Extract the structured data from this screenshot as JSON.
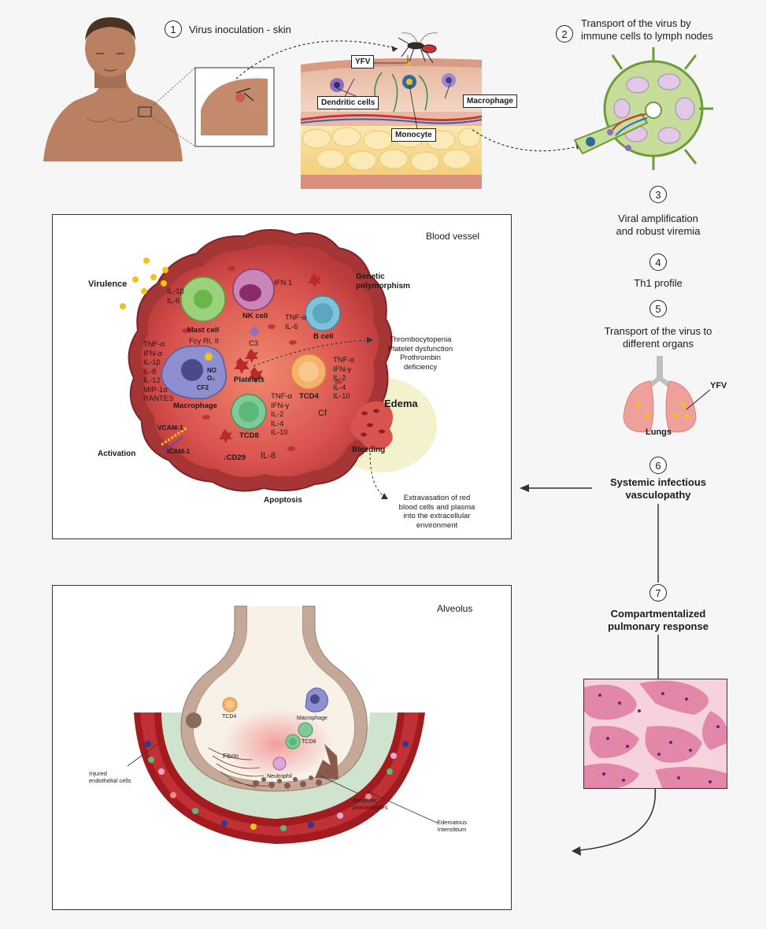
{
  "steps": [
    {
      "num": "1",
      "text": "Virus inoculation - skin"
    },
    {
      "num": "2",
      "line1": "Transport of the virus by",
      "line2": "immune cells to lymph nodes"
    },
    {
      "num": "3",
      "line1": "Viral amplification",
      "line2": "and robust viremia"
    },
    {
      "num": "4",
      "text": "Th1 profile"
    },
    {
      "num": "5",
      "line1": "Transport of the virus to",
      "line2": "different organs"
    },
    {
      "num": "6",
      "line1": "Systemic infectious",
      "line2": "vasculopathy"
    },
    {
      "num": "7",
      "line1": "Compartmentalized",
      "line2": "pulmonary response"
    }
  ],
  "skin": {
    "yfv": "YFV",
    "dendritic": "Dendritic cells",
    "macrophage": "Macrophage",
    "monocyte": "Monocyte"
  },
  "lungs": {
    "label": "Lungs",
    "yfv": "YFV"
  },
  "blood_vessel": {
    "title": "Blood vessel",
    "virulence": "Virulence",
    "genetic": [
      "Genetic",
      "polymorphism"
    ],
    "activation": "Activation",
    "apoptosis": "Apoptosis",
    "mast_cell": "Mast cell",
    "mast_cytokines": [
      "IL-1β",
      "IL-6"
    ],
    "nk_cell": "NK cell",
    "ifn1": "IFN 1",
    "c3": "C3",
    "b_cell": "B cell",
    "b_cytokines": [
      "TNF-α",
      "IL-6"
    ],
    "fcy": "Fcy RI, II",
    "macrophage_cytokines": [
      "TNF-α",
      "IFN-α",
      "IL-1β",
      "IL-8",
      "IL-12",
      "MIP-1α",
      "RANTES"
    ],
    "no": "NO",
    "o2": "O₂",
    "cf2": "CF2",
    "macrophage": "Macrophage",
    "platelets": "Platelets",
    "tcd4": "TCD4",
    "tcd4_cytokines": [
      "TNF-α",
      "IFN-γ",
      "IL-2",
      "IL-4",
      "IL-10"
    ],
    "tcd8": "TCD8",
    "tcd8_cytokines": [
      "TNF-α",
      "IFN-γ",
      "IL-2",
      "IL-4",
      "IL-10"
    ],
    "cf": "Cf",
    "vcam": "VCAM-1",
    "icam": "ICAM-1",
    "cd29": "↓CD29",
    "il8": "IL-8",
    "edema": "Edema",
    "bleeding": "Bleeding",
    "platelet_effects": [
      "Thrombocytopenia",
      "Platelet dysfunction",
      "Prothrombin",
      "deficiency"
    ],
    "extravasation": [
      "Extravasation of red",
      "blood cells and plasma",
      "into the extracellular",
      "environment"
    ]
  },
  "alveolus": {
    "title": "Alveolus",
    "tcd4": "TCD4",
    "macrophage": "Macrophage",
    "tcd8": "TCD8",
    "fibrin": "Fibrin",
    "neutrophil": "Neutrophil",
    "injured": [
      "Injured",
      "endothelial cells"
    ],
    "edematous": [
      "Edematous",
      "Interstitium"
    ],
    "apoptotic": [
      "Apoptotic",
      "pneumocytes"
    ]
  },
  "colors": {
    "vessel_red": "#c83a3f",
    "vessel_wall": "#9e2a2e",
    "virus_yellow": "#f2c21b",
    "panel_border": "#333333"
  }
}
